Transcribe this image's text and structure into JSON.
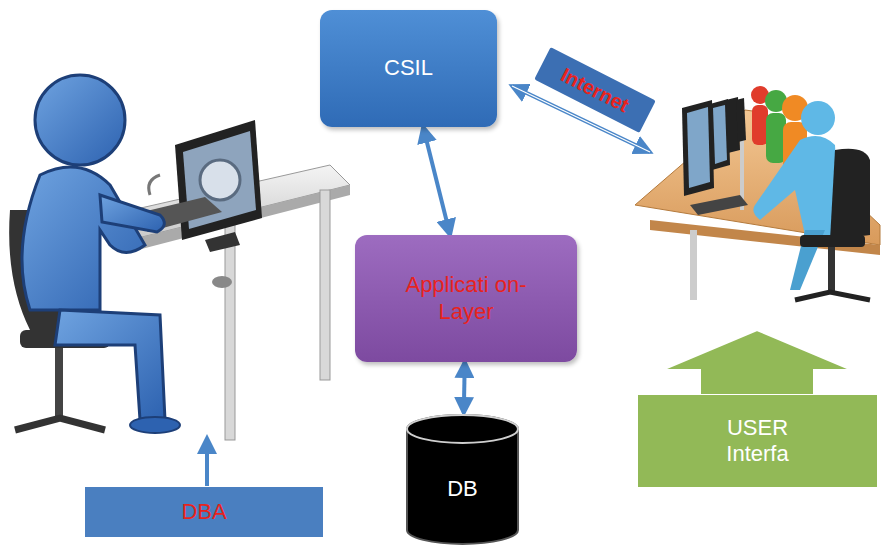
{
  "diagram": {
    "nodes": [
      {
        "text": [
          "CSIL"
        ]
      },
      {
        "text": [
          "Internet"
        ]
      },
      {
        "text": [
          "Applicati on-Layer"
        ]
      },
      {
        "text": [
          "DB"
        ]
      },
      {
        "text": [
          "DBA"
        ]
      },
      {
        "text": [
          "USER Interfa"
        ]
      }
    ],
    "edges": [
      {
        "from": 0,
        "to": 2,
        "arrow": "both"
      },
      {
        "from": 2,
        "to": 3,
        "arrow": "both"
      }
    ]
  }
}
